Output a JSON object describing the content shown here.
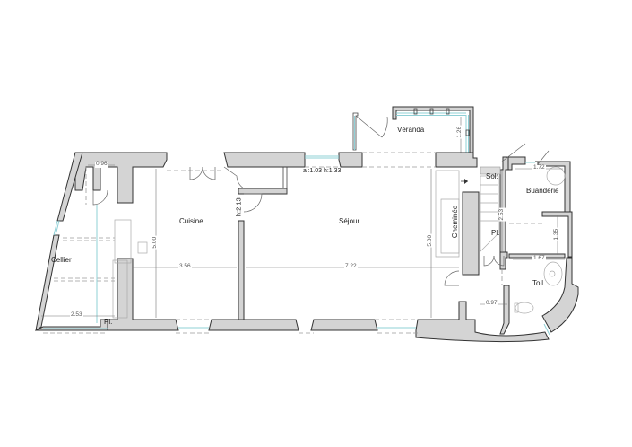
{
  "plan": {
    "rooms": {
      "cellier": "Cellier",
      "cuisine": "Cuisine",
      "sejour": "Séjour",
      "veranda": "Véranda",
      "cheminee": "Cheminée",
      "sol": "Sol:",
      "placard_cellier": "Pl.",
      "placard_hall": "Pl.",
      "buanderie": "Buanderie",
      "toilettes": "Toil."
    },
    "dimensions": {
      "cellier_top": "0.96",
      "cellier_width": "2.53",
      "cuisine_width": "3.56",
      "cuisine_depth": "5.00",
      "door_height": "h:2.13",
      "window_spec": "al:1.03 h:1.33",
      "sejour_width": "7.22",
      "sejour_depth": "5.00",
      "veranda_depth": "1.26",
      "placard_depth": "2.53",
      "hall_width": "0.97",
      "buanderie_width": "1.72",
      "buanderie_depth": "1.35",
      "toilettes_width": "1.67"
    },
    "colors": {
      "wall_fill": "#d4d4d4",
      "wall_stroke": "#333333",
      "glazing": "#8fd0d6",
      "background": "#ffffff"
    }
  }
}
